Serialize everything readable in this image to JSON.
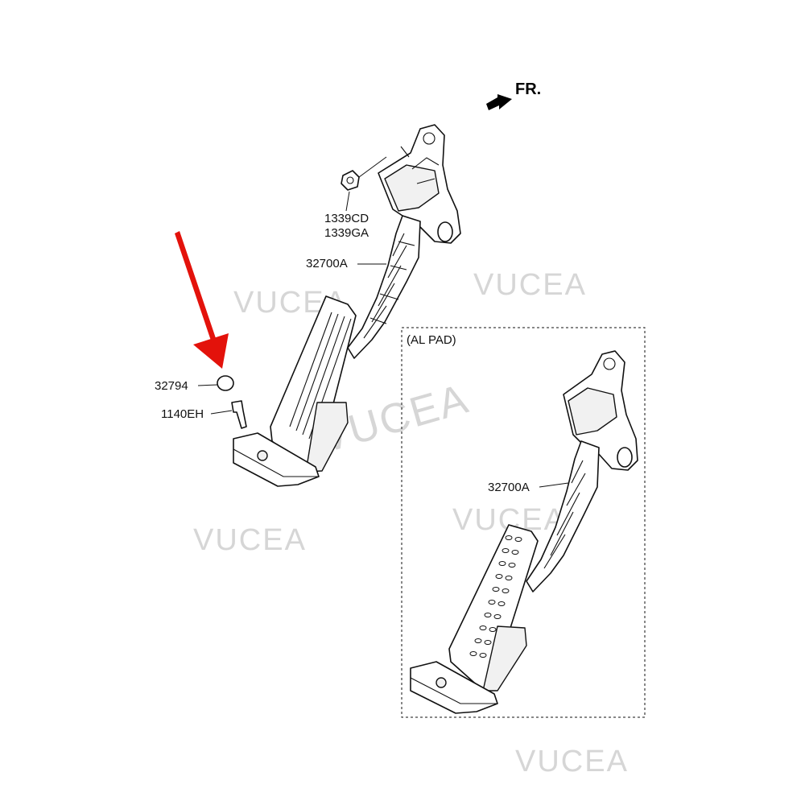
{
  "orientation": {
    "label": "FR."
  },
  "callouts": {
    "nut_a": "1339CD",
    "nut_b": "1339GA",
    "pedal_assembly": "32700A",
    "stopper": "32794",
    "bolt": "1140EH"
  },
  "inset": {
    "title": "(AL PAD)",
    "pedal_assembly": "32700A"
  },
  "watermarks": [
    "VUCEA",
    "VUCEA",
    "VUCEA",
    "VUCEA",
    "VUCEA",
    "VUCEA"
  ],
  "colors": {
    "highlight_arrow": "#e3120b",
    "line": "#111111",
    "watermark": "#c9c9c9"
  }
}
